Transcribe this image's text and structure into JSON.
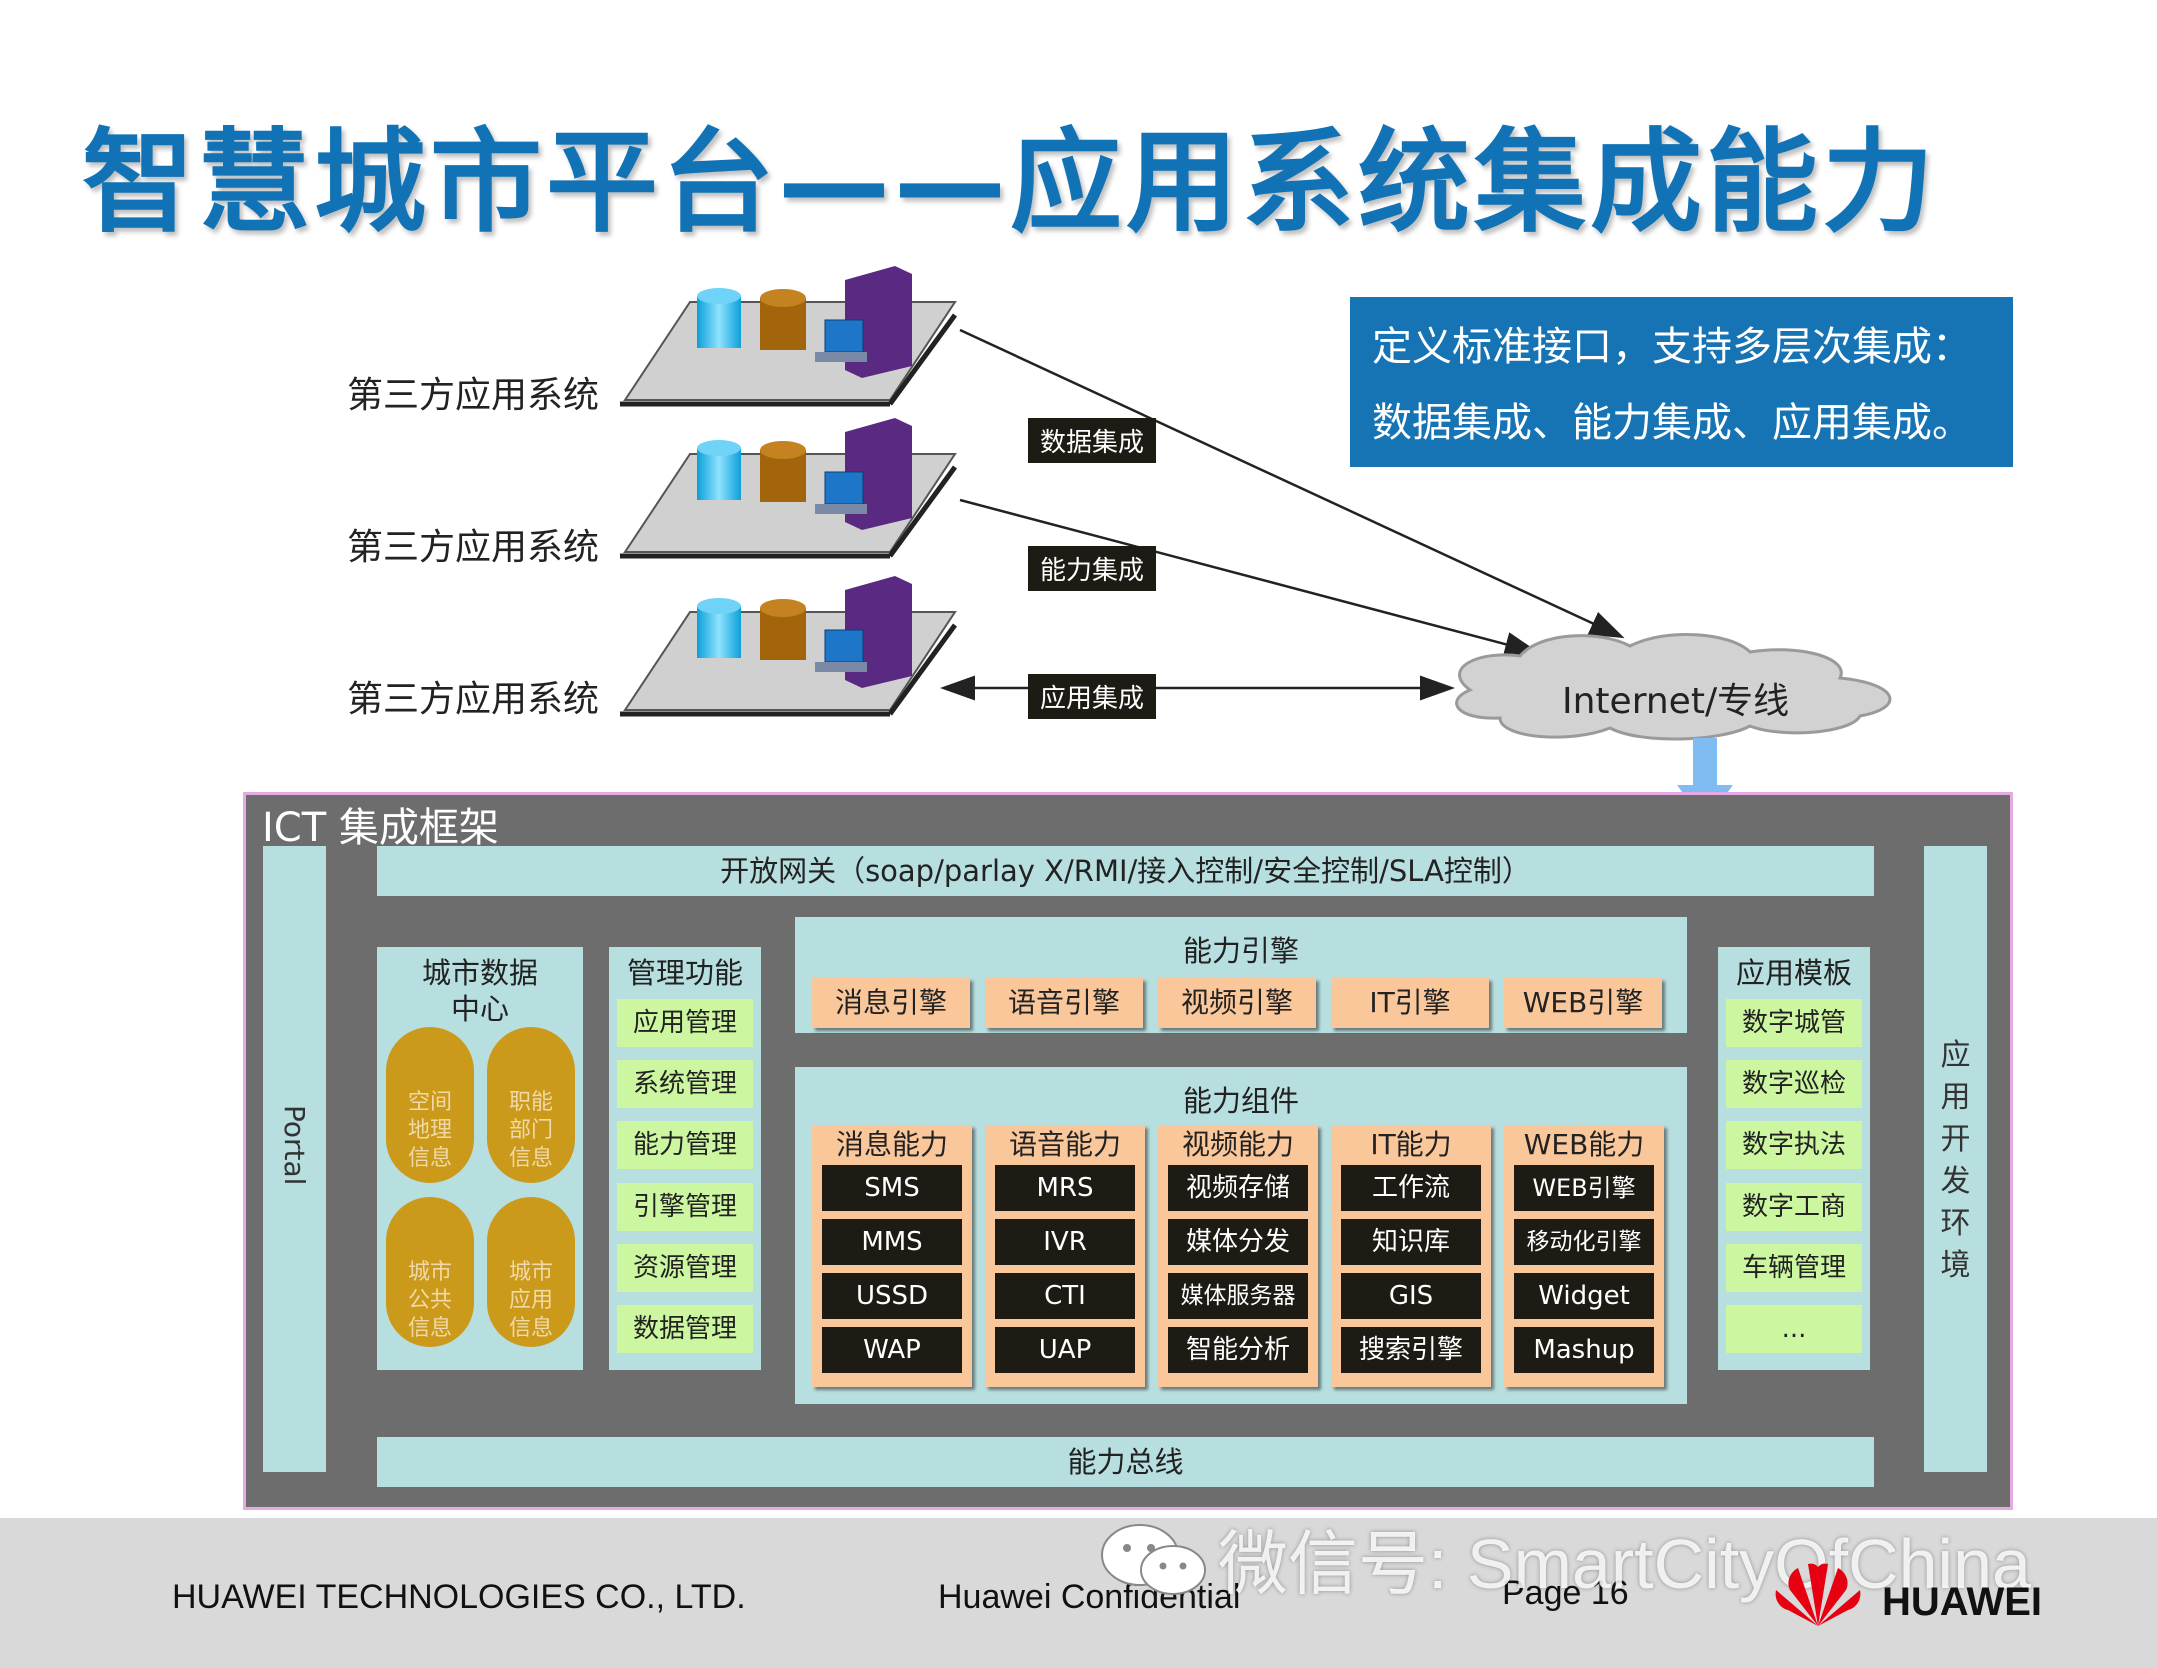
{
  "title": "智慧城市平台——应用系统集成能力",
  "third_party": [
    "第三方应用系统",
    "第三方应用系统",
    "第三方应用系统"
  ],
  "tags": {
    "data": "数据集成",
    "capability": "能力集成",
    "application": "应用集成"
  },
  "callout": {
    "line1": "定义标准接口，支持多层次集成：",
    "line2": "数据集成、能力集成、应用集成。"
  },
  "cloud": "Internet/专线",
  "framework": {
    "label": "ICT 集成框架",
    "portal": "Portal",
    "right_column": [
      "应",
      "用",
      "开",
      "发",
      "环",
      "境"
    ],
    "gateway": "开放网关（soap/parlay X/RMI/接入控制/安全控制/SLA控制）",
    "bus": "能力总线",
    "data_center": {
      "title_line1": "城市数据",
      "title_line2": "中心",
      "pills": [
        [
          "空间",
          "地理",
          "信息"
        ],
        [
          "职能",
          "部门",
          "信息"
        ],
        [
          "城市",
          "公共",
          "信息"
        ],
        [
          "城市",
          "应用",
          "信息"
        ]
      ]
    },
    "management": {
      "title": "管理功能",
      "items": [
        "应用管理",
        "系统管理",
        "能力管理",
        "引擎管理",
        "资源管理",
        "数据管理"
      ]
    },
    "engines": {
      "title": "能力引擎",
      "items": [
        "消息引擎",
        "语音引擎",
        "视频引擎",
        "IT引擎",
        "WEB引擎"
      ]
    },
    "components": {
      "title": "能力组件",
      "columns": [
        {
          "head": "消息能力",
          "items": [
            "SMS",
            "MMS",
            "USSD",
            "WAP"
          ]
        },
        {
          "head": "语音能力",
          "items": [
            "MRS",
            "IVR",
            "CTI",
            "UAP"
          ]
        },
        {
          "head": "视频能力",
          "items": [
            "视频存储",
            "媒体分发",
            "媒体服务器",
            "智能分析"
          ]
        },
        {
          "head": "IT能力",
          "items": [
            "工作流",
            "知识库",
            "GIS",
            "搜索引擎"
          ]
        },
        {
          "head": "WEB能力",
          "items": [
            "WEB引擎",
            "移动化引擎",
            "Widget",
            "Mashup"
          ]
        }
      ]
    },
    "app_templates": {
      "title": "应用模板",
      "items": [
        "数字城管",
        "数字巡检",
        "数字执法",
        "数字工商",
        "车辆管理",
        "..."
      ]
    }
  },
  "footer": {
    "company": "HUAWEI TECHNOLOGIES CO., LTD.",
    "confidential": "Huawei Confidential",
    "page": "Page 16",
    "brand": "HUAWEI",
    "watermark": "微信号: SmartCityOfChina"
  },
  "colors": {
    "title": "#1173b6",
    "callout": "#1673b4",
    "framework_gray": "#6d6d6d",
    "panel_light": "#b8dfe0",
    "green_item": "#ccf7a0",
    "orange": "#fac79a",
    "pill_gold": "#cc9a1a",
    "dark_block": "#1e1a14",
    "brand_red": "#e60012"
  }
}
